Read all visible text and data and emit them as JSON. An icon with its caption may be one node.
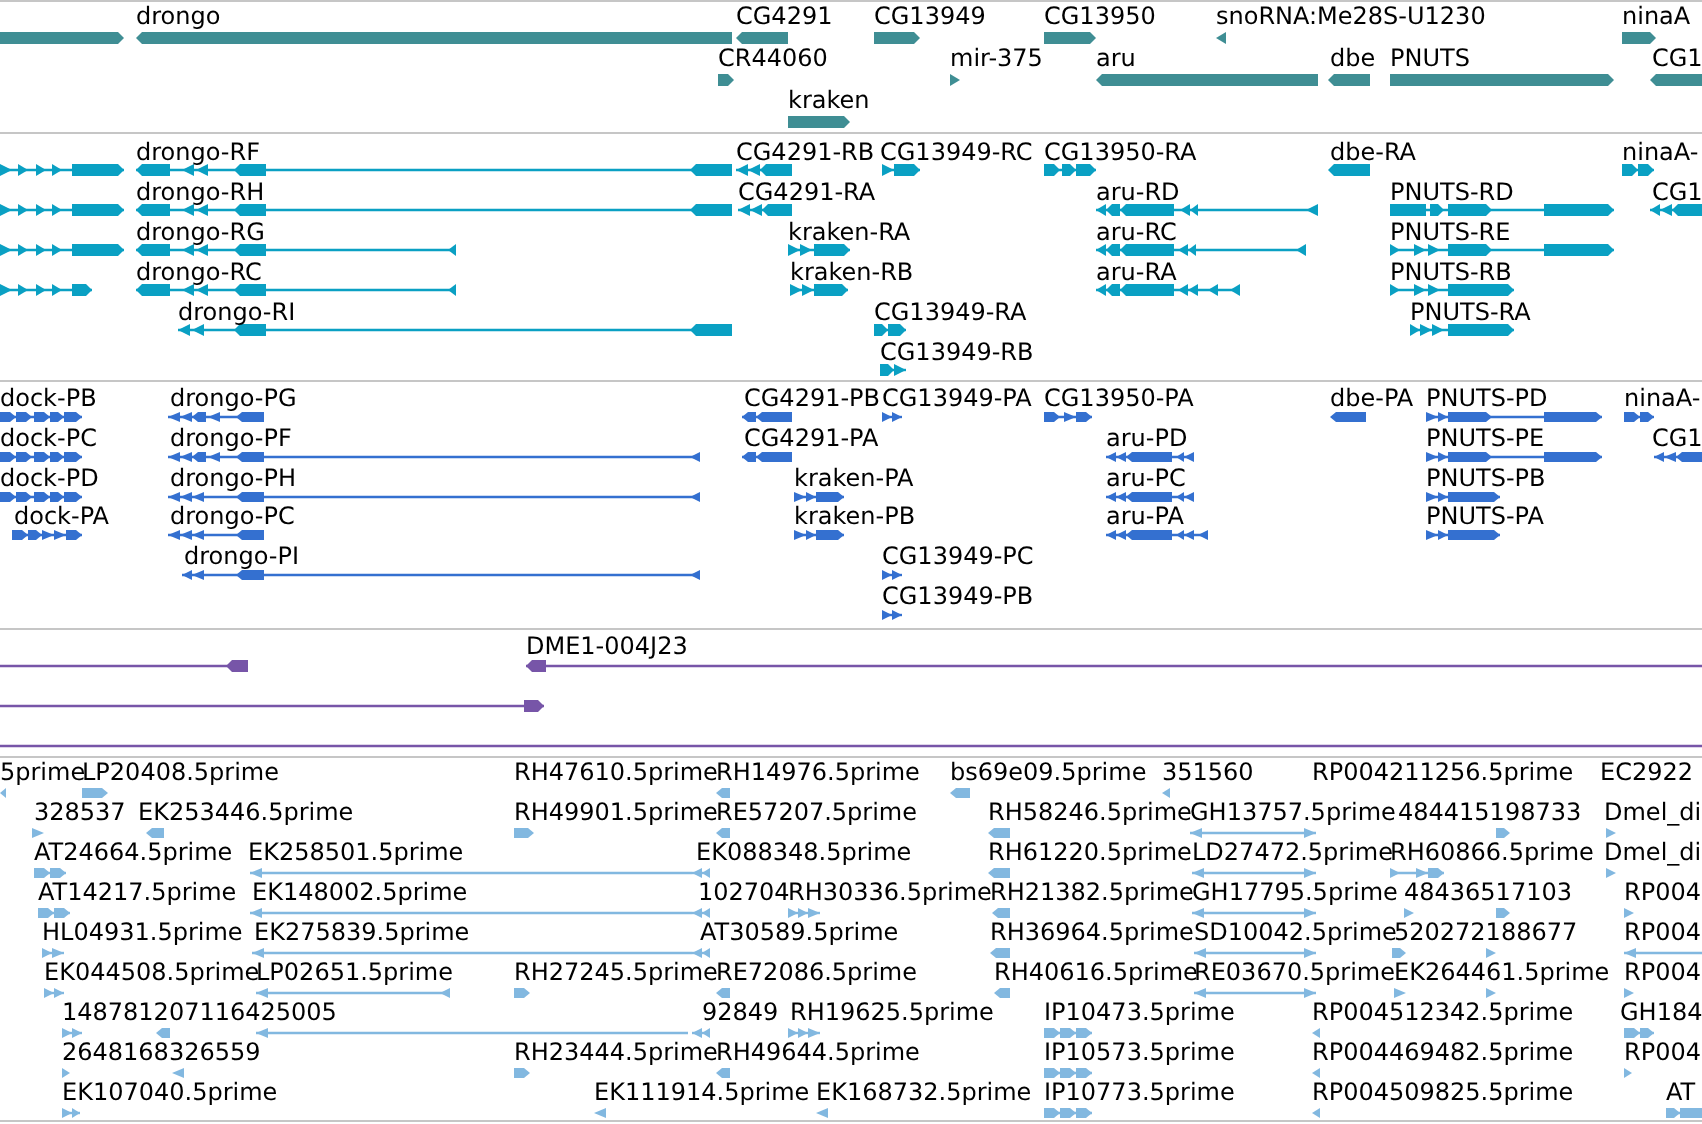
{
  "diagram": {
    "nodes": [
      {
        "text": [],
        "shape": "bar"
      },
      {
        "text": [
          "drongo"
        ]
      },
      {
        "text": [
          "CG4291"
        ]
      },
      {
        "text": [
          "CG13949"
        ]
      },
      {
        "text": [
          "CG13950"
        ]
      },
      {
        "text": [
          "snoRNA:Me28S-U1230"
        ]
      },
      {
        "text": [
          "ninaA"
        ]
      },
      {
        "text": [
          "CR44060"
        ]
      },
      {
        "text": [
          "mir-375"
        ]
      },
      {
        "text": [
          "aru"
        ]
      },
      {
        "text": [
          "dbe"
        ]
      },
      {
        "text": [
          "PNUTS"
        ]
      },
      {
        "text": [
          "CG1"
        ]
      },
      {
        "text": [
          "kraken"
        ]
      },
      {
        "text": [],
        "shape": "bar"
      },
      {
        "text": [
          "drongo-RF"
        ]
      },
      {
        "text": [
          "CG4291-RB"
        ]
      },
      {
        "text": [
          "CG13949-RC"
        ]
      },
      {
        "text": [
          "CG13950-RA"
        ]
      },
      {
        "text": [
          "dbe-RA"
        ]
      },
      {
        "text": [
          "ninaA-"
        ]
      },
      {
        "text": [],
        "shape": "bar"
      },
      {
        "text": [
          "drongo-RH"
        ]
      },
      {
        "text": [
          "CG4291-RA"
        ]
      },
      {
        "text": [
          "aru-RD"
        ]
      },
      {
        "text": [
          "PNUTS-RD"
        ]
      },
      {
        "text": [
          "CG1"
        ]
      },
      {
        "text": [],
        "shape": "bar"
      },
      {
        "text": [
          "drongo-RG"
        ]
      },
      {
        "text": [
          "kraken-RA"
        ]
      },
      {
        "text": [
          "aru-RC"
        ]
      },
      {
        "text": [
          "PNUTS-RE"
        ]
      },
      {
        "text": [],
        "shape": "bar"
      },
      {
        "text": [
          "drongo-RC"
        ]
      },
      {
        "text": [
          "kraken-RB"
        ]
      },
      {
        "text": [
          "aru-RA"
        ]
      },
      {
        "text": [
          "PNUTS-RB"
        ]
      },
      {
        "text": [
          "drongo-RI"
        ]
      },
      {
        "text": [
          "CG13949-RA"
        ]
      },
      {
        "text": [
          "PNUTS-RA"
        ]
      },
      {
        "text": [
          "CG13949-RB"
        ]
      },
      {
        "text": [
          "dock-PB"
        ]
      },
      {
        "text": [
          "drongo-PG"
        ]
      },
      {
        "text": [
          "CG4291-PB"
        ]
      },
      {
        "text": [
          "CG13949-PA"
        ]
      },
      {
        "text": [
          "CG13950-PA"
        ]
      },
      {
        "text": [
          "dbe-PA"
        ]
      },
      {
        "text": [
          "PNUTS-PD"
        ]
      },
      {
        "text": [
          "ninaA-"
        ]
      },
      {
        "text": [
          "dock-PC"
        ]
      },
      {
        "text": [
          "drongo-PF"
        ]
      },
      {
        "text": [
          "CG4291-PA"
        ]
      },
      {
        "text": [
          "aru-PD"
        ]
      },
      {
        "text": [
          "PNUTS-PE"
        ]
      },
      {
        "text": [
          "CG1"
        ]
      },
      {
        "text": [
          "dock-PD"
        ]
      },
      {
        "text": [
          "drongo-PH"
        ]
      },
      {
        "text": [
          "kraken-PA"
        ]
      },
      {
        "text": [
          "aru-PC"
        ]
      },
      {
        "text": [
          "PNUTS-PB"
        ]
      },
      {
        "text": [
          "dock-PA"
        ]
      },
      {
        "text": [
          "drongo-PC"
        ]
      },
      {
        "text": [
          "kraken-PB"
        ]
      },
      {
        "text": [
          "aru-PA"
        ]
      },
      {
        "text": [
          "PNUTS-PA"
        ]
      },
      {
        "text": [
          "drongo-PI"
        ]
      },
      {
        "text": [
          "CG13949-PC"
        ]
      },
      {
        "text": [
          "CG13949-PB"
        ]
      },
      {
        "text": [],
        "shape": "bar"
      },
      {
        "text": [
          "DME1-004J23"
        ]
      },
      {
        "text": [],
        "shape": "bar"
      },
      {
        "text": [],
        "shape": "line"
      },
      {
        "text": [
          "5prime"
        ]
      },
      {
        "text": [
          "LP20408.5prime"
        ]
      },
      {
        "text": [
          "RH47610.5prime"
        ]
      },
      {
        "text": [
          "RH14976.5prime"
        ]
      },
      {
        "text": [
          "bs69e09.5prime"
        ]
      },
      {
        "text": [
          "351560"
        ]
      },
      {
        "text": [
          "RP004211256.5prime"
        ]
      },
      {
        "text": [
          "EC2922"
        ]
      },
      {
        "text": [
          "328537"
        ]
      },
      {
        "text": [
          "EK253446.5prime"
        ]
      },
      {
        "text": [
          "RH49901.5prime"
        ]
      },
      {
        "text": [
          "RE57207.5prime"
        ]
      },
      {
        "text": [
          "RH58246.5prime"
        ]
      },
      {
        "text": [
          "GH13757.5prime"
        ]
      },
      {
        "text": [
          "484415198733"
        ]
      },
      {
        "text": [
          "Dmel_di"
        ]
      },
      {
        "text": [
          "AT24664.5prime"
        ]
      },
      {
        "text": [
          "EK258501.5prime"
        ]
      },
      {
        "text": [
          "EK088348.5prime"
        ]
      },
      {
        "text": [
          "RH61220.5prime"
        ]
      },
      {
        "text": [
          "LD27472.5prime"
        ]
      },
      {
        "text": [
          "RH60866.5prime"
        ]
      },
      {
        "text": [
          "Dmel_di"
        ]
      },
      {
        "text": [
          "AT14217.5prime"
        ]
      },
      {
        "text": [
          "EK148002.5prime"
        ]
      },
      {
        "text": [
          "102704"
        ]
      },
      {
        "text": [
          "RH30336.5prime"
        ]
      },
      {
        "text": [
          "RH21382.5prime"
        ]
      },
      {
        "text": [
          "GH17795.5prime"
        ]
      },
      {
        "text": [
          "48436517103"
        ]
      },
      {
        "text": [],
        "shape": "bar"
      },
      {
        "text": [
          "RP004"
        ]
      },
      {
        "text": [
          "HL04931.5prime"
        ]
      },
      {
        "text": [
          "EK275839.5prime"
        ]
      },
      {
        "text": [
          "AT30589.5prime"
        ]
      },
      {
        "text": [
          "RH36964.5prime"
        ]
      },
      {
        "text": [
          "SD10042.5prime"
        ]
      },
      {
        "text": [
          "520272188677"
        ]
      },
      {
        "text": [],
        "shape": "bar"
      },
      {
        "text": [
          "RP004"
        ]
      },
      {
        "text": [
          "EK044508.5prime"
        ]
      },
      {
        "text": [
          "LP02651.5prime"
        ]
      },
      {
        "text": [
          "RH27245.5prime"
        ]
      },
      {
        "text": [
          "RE72086.5prime"
        ]
      },
      {
        "text": [
          "RH40616.5prime"
        ]
      },
      {
        "text": [
          "RE03670.5prime"
        ]
      },
      {
        "text": [
          "EK264461.5prime"
        ]
      },
      {
        "text": [],
        "shape": "bar"
      },
      {
        "text": [
          "RP004"
        ]
      },
      {
        "text": [
          "148781207116425005"
        ]
      },
      {
        "text": [],
        "shape": "bar"
      },
      {
        "text": [],
        "shape": "bar"
      },
      {
        "text": [
          "92849"
        ]
      },
      {
        "text": [
          "RH19625.5prime"
        ]
      },
      {
        "text": [
          "IP10473.5prime"
        ]
      },
      {
        "text": [
          "RP004512342.5prime"
        ]
      },
      {
        "text": [
          "GH184"
        ]
      },
      {
        "text": [
          "2648168326559"
        ]
      },
      {
        "text": [],
        "shape": "bar"
      },
      {
        "text": [
          "RH23444.5prime"
        ]
      },
      {
        "text": [
          "RH49644.5prime"
        ]
      },
      {
        "text": [
          "IP10573.5prime"
        ]
      },
      {
        "text": [
          "RP004469482.5prime"
        ]
      },
      {
        "text": [
          "RP004"
        ]
      },
      {
        "text": [
          "EK107040.5prime"
        ]
      },
      {
        "text": [
          "EK111914.5prime"
        ]
      },
      {
        "text": [
          "EK168732.5prime"
        ]
      },
      {
        "text": [
          "IP10773.5prime"
        ]
      },
      {
        "text": [
          "RP004509825.5prime"
        ]
      },
      {
        "text": [
          "AT"
        ]
      }
    ]
  }
}
